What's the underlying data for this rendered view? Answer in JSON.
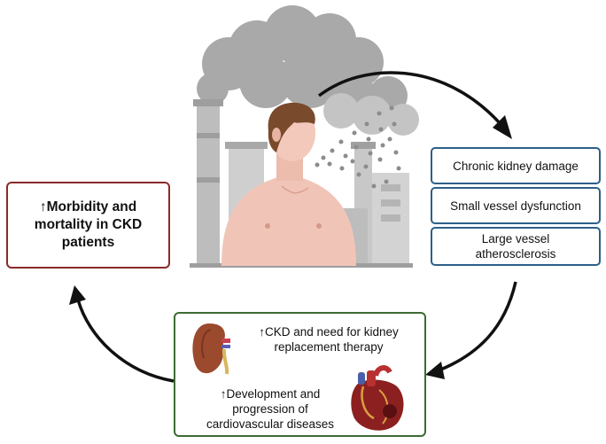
{
  "outcome_box": {
    "line1": "↑Morbidity and",
    "line2": "mortality in CKD",
    "line3": "patients"
  },
  "effects": [
    {
      "label": "Chronic kidney damage"
    },
    {
      "label": "Small vessel dysfunction"
    },
    {
      "label_line1": "Large vessel",
      "label_line2": "atherosclerosis"
    }
  ],
  "consequences": {
    "ckd_line1": "↑CKD and need for kidney",
    "ckd_line2": "replacement therapy",
    "cvd_line1": "↑Development and",
    "cvd_line2": "progression of",
    "cvd_line3": "cardiovascular diseases"
  }
}
